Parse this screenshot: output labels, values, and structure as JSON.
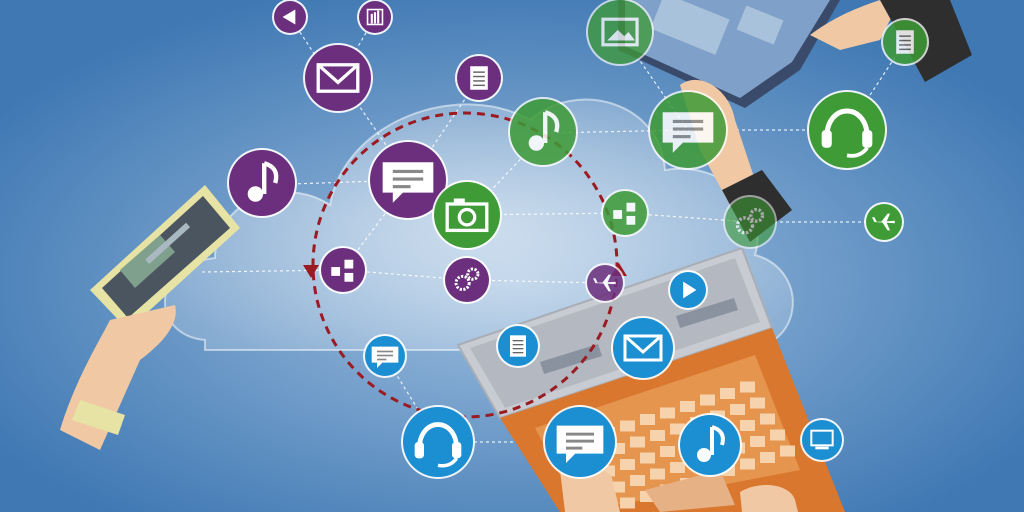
{
  "palette": {
    "background": "#3f78b3",
    "background_glow": "#9fbfdf",
    "cloud": "#b9cde3",
    "purple": "#6c2f7d",
    "green": "#3e9b36",
    "blue": "#1b8fd2",
    "dashed_ring": "#9b1b22",
    "laptop_body": "#c8ccd2",
    "laptop_base": "#d9772e",
    "skin": "#f0c9a4",
    "sleeve": "#2e2e2e",
    "tablet_frame": "#e7e3a4"
  },
  "nodes": [
    {
      "id": "back-arrow",
      "color": "purple",
      "icon": "back-arrow-icon"
    },
    {
      "id": "bar-chart",
      "color": "purple",
      "icon": "bar-chart-icon"
    },
    {
      "id": "mail-purple",
      "color": "purple",
      "icon": "mail-icon"
    },
    {
      "id": "document-purple",
      "color": "purple",
      "icon": "document-icon"
    },
    {
      "id": "music-purple",
      "color": "purple",
      "icon": "music-note-icon"
    },
    {
      "id": "chat-purple",
      "color": "purple",
      "icon": "chat-bubble-icon"
    },
    {
      "id": "network-purple",
      "color": "purple",
      "icon": "network-icon"
    },
    {
      "id": "gears-purple",
      "color": "purple",
      "icon": "gears-icon"
    },
    {
      "id": "plane-purple",
      "color": "purple",
      "icon": "airplane-icon"
    },
    {
      "id": "image-green",
      "color": "green",
      "icon": "picture-icon"
    },
    {
      "id": "music-green",
      "color": "green",
      "icon": "music-note-icon"
    },
    {
      "id": "camera-green",
      "color": "green",
      "icon": "camera-icon"
    },
    {
      "id": "network-green",
      "color": "green",
      "icon": "network-icon"
    },
    {
      "id": "chat-green",
      "color": "green",
      "icon": "chat-bubble-icon"
    },
    {
      "id": "headset-green",
      "color": "green",
      "icon": "headset-icon"
    },
    {
      "id": "document-green",
      "color": "green",
      "icon": "document-icon"
    },
    {
      "id": "gears-green",
      "color": "green",
      "icon": "gears-icon"
    },
    {
      "id": "plane-green",
      "color": "green",
      "icon": "airplane-icon"
    },
    {
      "id": "chat-blue-small",
      "color": "blue",
      "icon": "chat-bubble-icon"
    },
    {
      "id": "document-blue",
      "color": "blue",
      "icon": "document-icon"
    },
    {
      "id": "play-blue",
      "color": "blue",
      "icon": "play-icon"
    },
    {
      "id": "mail-blue",
      "color": "blue",
      "icon": "mail-icon"
    },
    {
      "id": "headset-blue",
      "color": "blue",
      "icon": "headset-icon"
    },
    {
      "id": "chat-blue",
      "color": "blue",
      "icon": "chat-bubble-icon"
    },
    {
      "id": "music-blue",
      "color": "blue",
      "icon": "music-note-icon"
    },
    {
      "id": "monitor-blue",
      "color": "blue",
      "icon": "monitor-icon"
    }
  ]
}
